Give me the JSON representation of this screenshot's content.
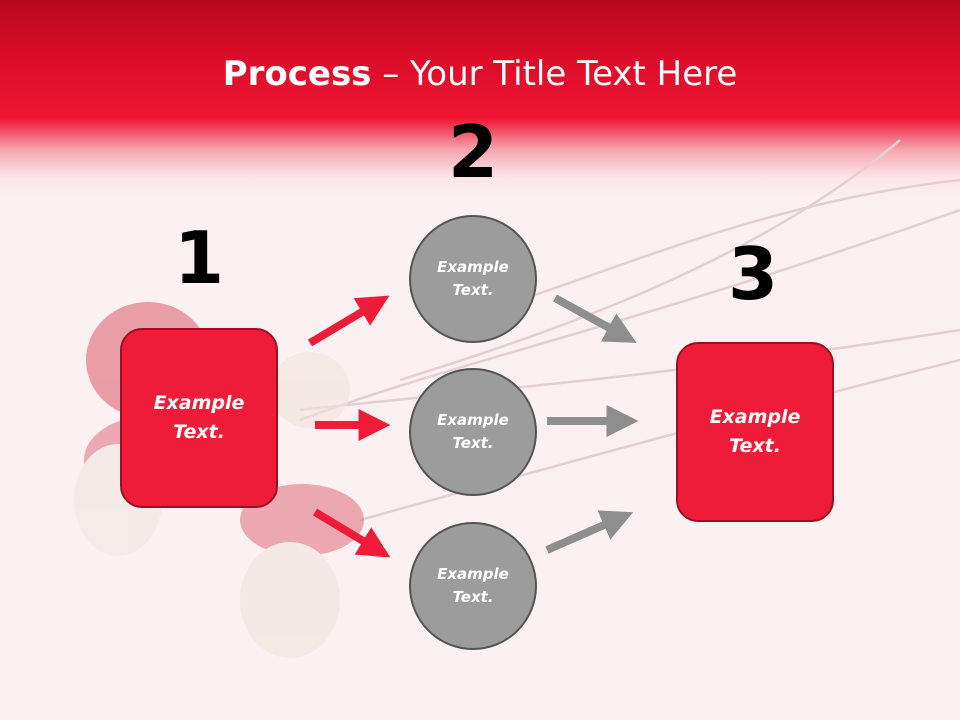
{
  "slide": {
    "title_bold": "Process",
    "title_rest": " – Your Title Text Here"
  },
  "steps": {
    "num1": "1",
    "num2": "2",
    "num3": "3"
  },
  "nodes": {
    "box_left": "Example Text.",
    "circle_top": "Example Text.",
    "circle_middle": "Example Text.",
    "circle_bottom": "Example Text.",
    "box_right": "Example Text."
  },
  "colors": {
    "accent_red": "#ee1c39",
    "circle_gray": "#9c9c9c",
    "arrow_red": "#ee1c39",
    "arrow_gray": "#8e8e8e"
  },
  "icons": {
    "arrow": "arrow-icon"
  }
}
